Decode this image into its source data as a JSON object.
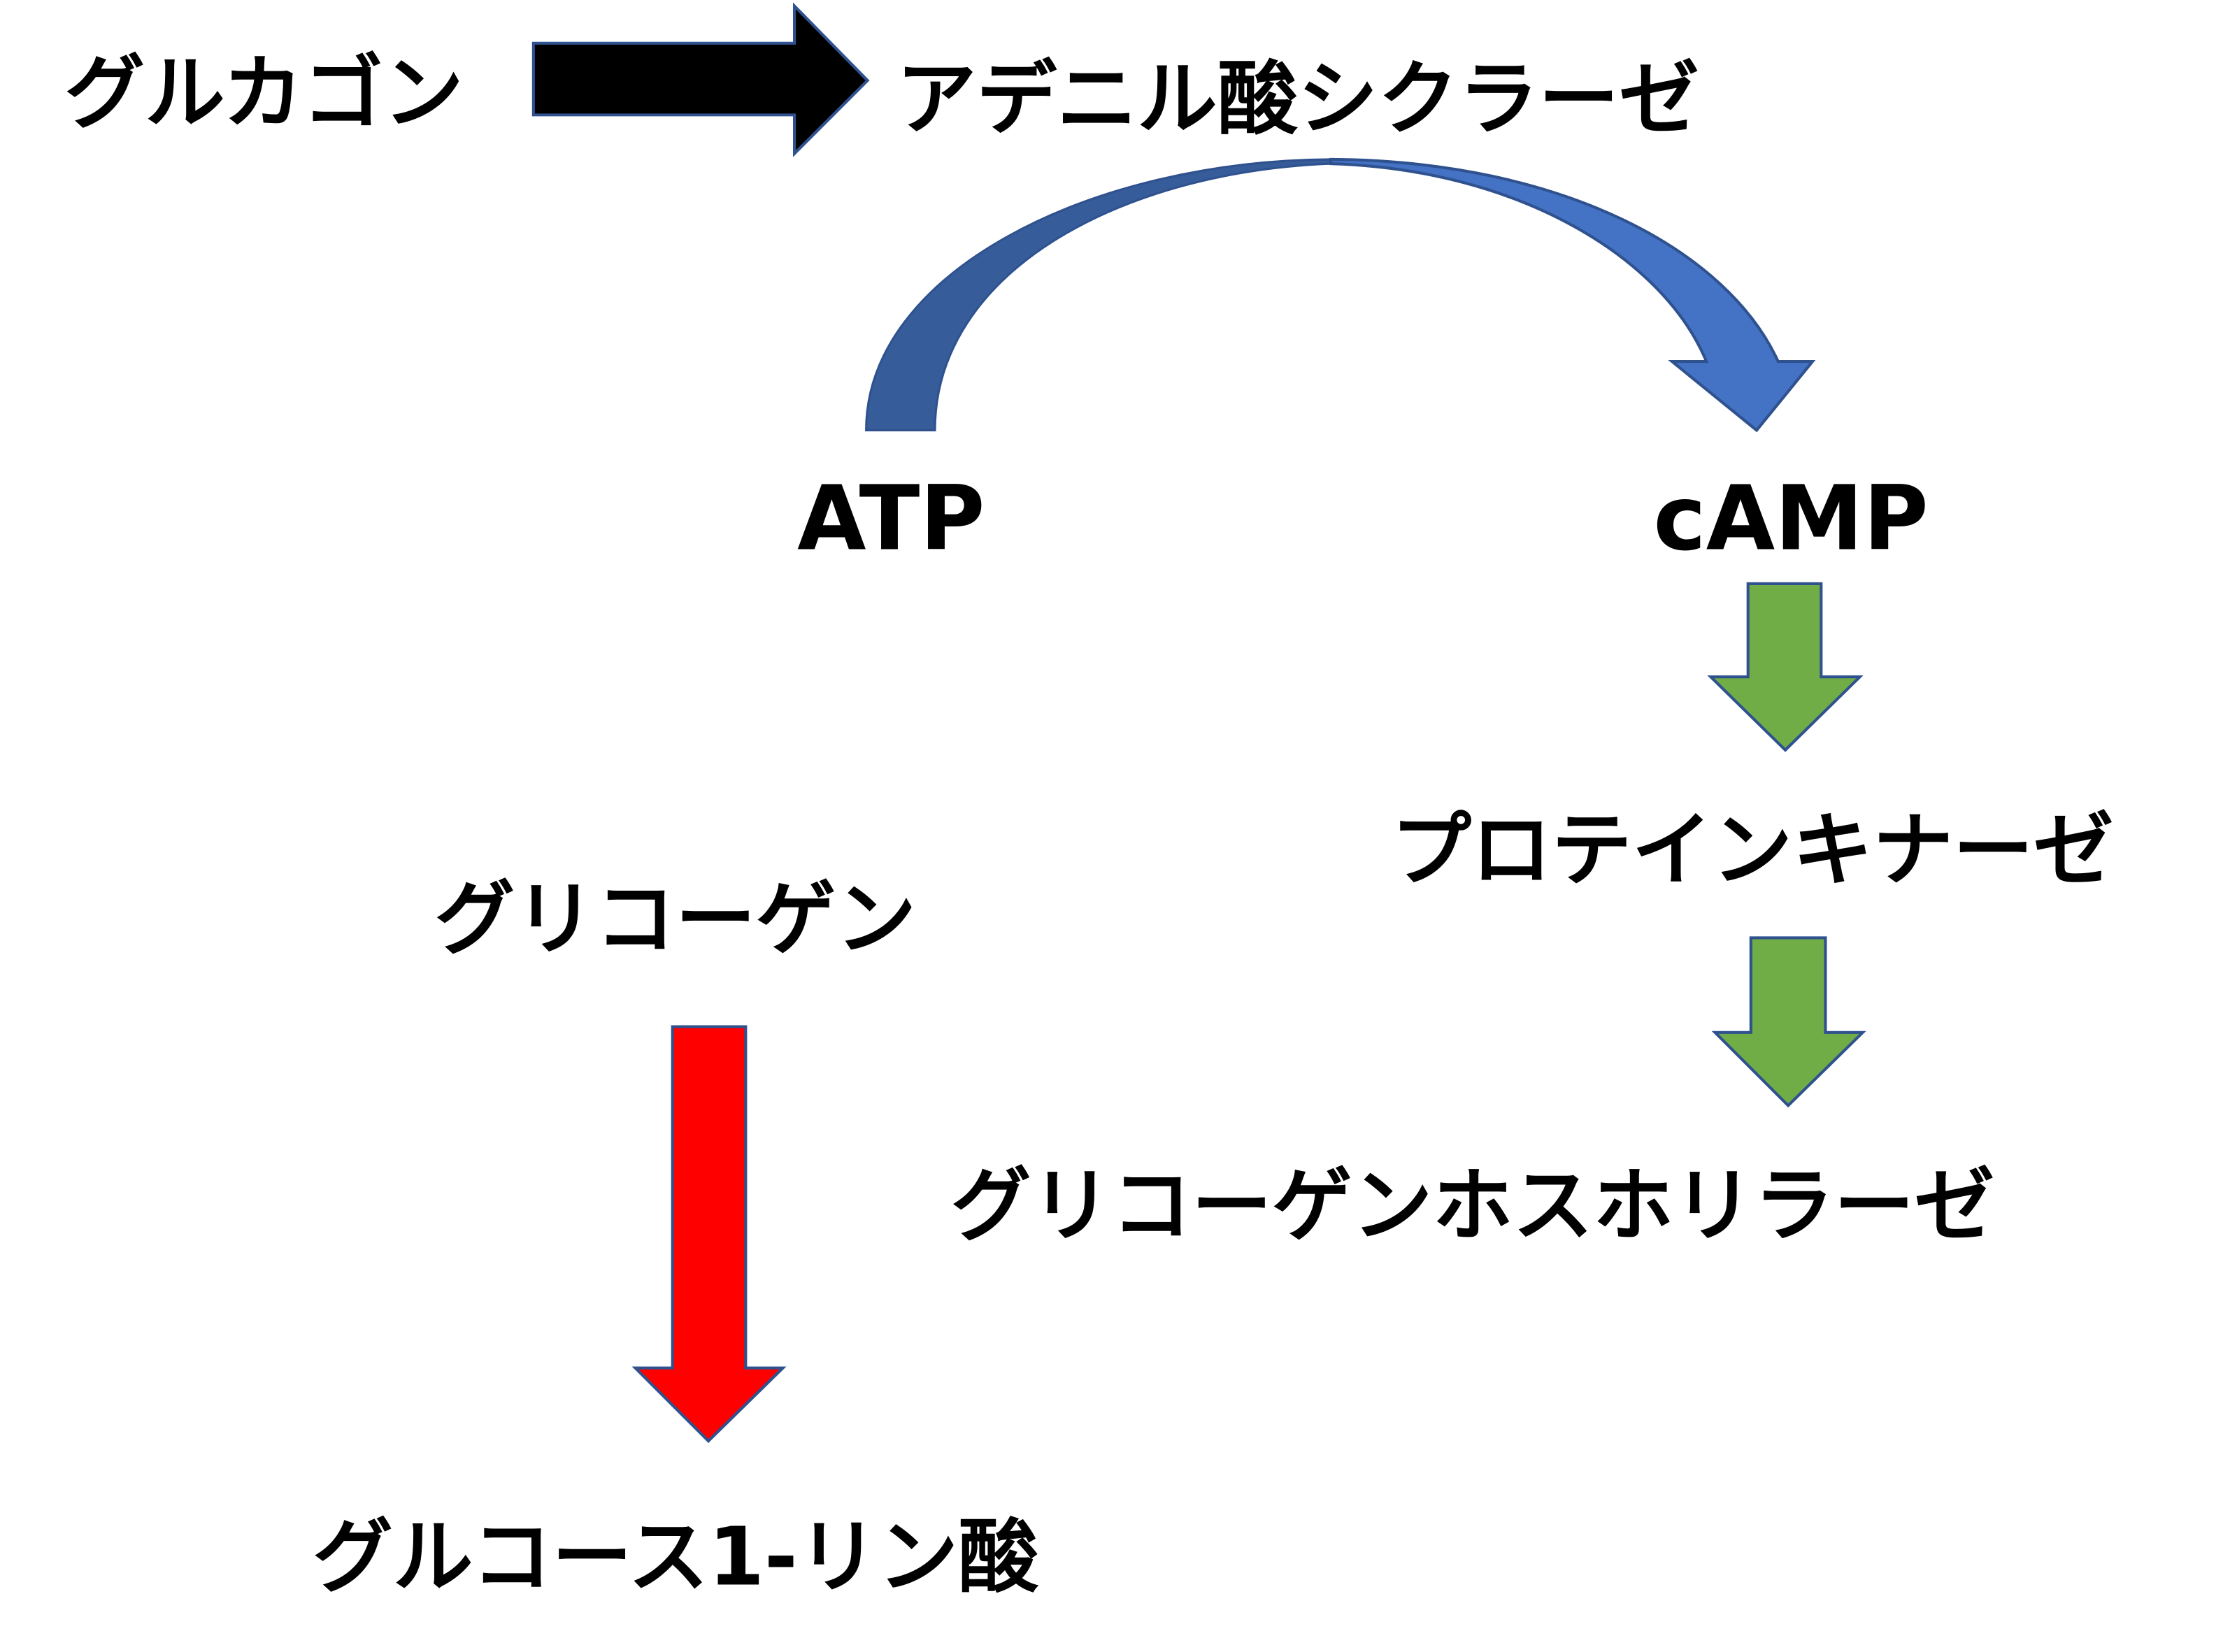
{
  "nodes": {
    "glucagon": "グルカゴン",
    "adenylate_cyclase": "アデニル酸シクラーゼ",
    "atp": "ATP",
    "camp": "cAMP",
    "protein_kinase": "プロテインキナーゼ",
    "glycogen": "グリコーゲン",
    "glycogen_phosphorylase": "グリコーゲンホスホリラーゼ",
    "glucose_1_phosphate": "グルコース1-リン酸"
  },
  "colors": {
    "black_arrow": "#000000",
    "curved_arrow_left": "#365c99",
    "curved_arrow_right": "#4472c4",
    "green_arrow": "#70ad47",
    "red_arrow": "#ff0000",
    "outline": "#2f528f"
  }
}
